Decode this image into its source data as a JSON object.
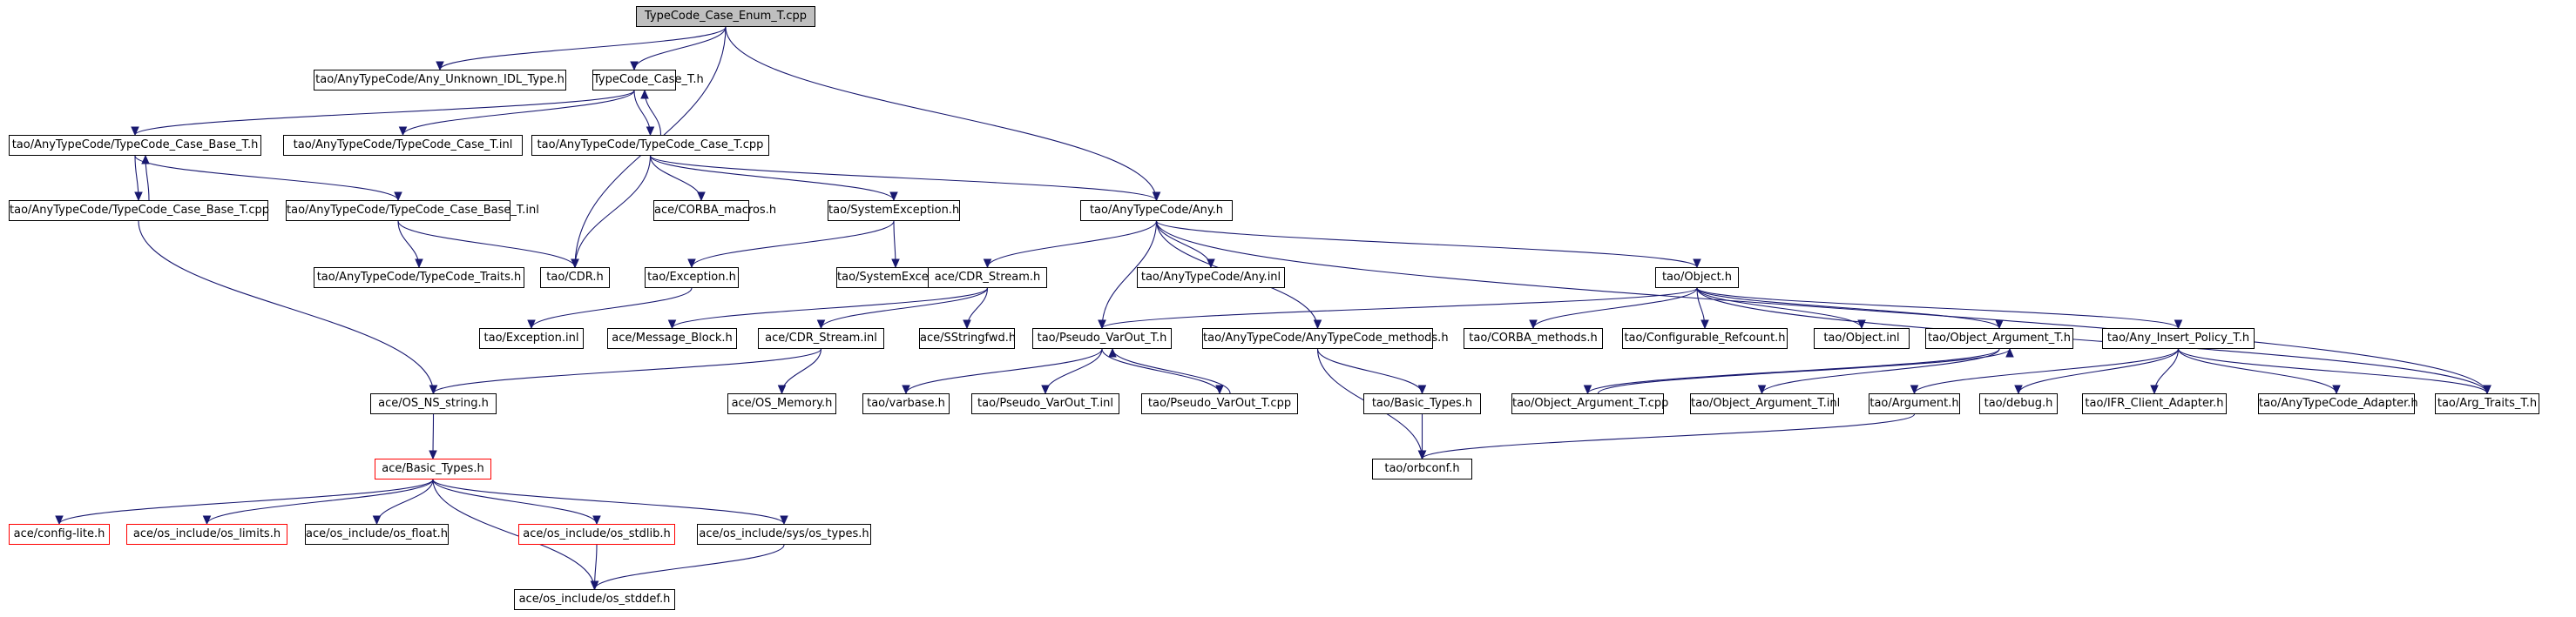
{
  "colors": {
    "edge": "#191970",
    "root_fill": "#bfbfbf",
    "border": "#000000",
    "truncated_border": "#ff0000"
  },
  "nodes": [
    {
      "id": "root",
      "label": "TypeCode_Case_Enum_T.cpp",
      "style": "root"
    },
    {
      "id": "aunk",
      "label": "tao/AnyTypeCode/Any_Unknown_IDL_Type.h"
    },
    {
      "id": "tcct",
      "label": "TypeCode_Case_T.h"
    },
    {
      "id": "cbase",
      "label": "tao/AnyTypeCode/TypeCode_Case_Base_T.h"
    },
    {
      "id": "ctinl",
      "label": "tao/AnyTypeCode/TypeCode_Case_T.inl"
    },
    {
      "id": "ctcpp",
      "label": "tao/AnyTypeCode/TypeCode_Case_T.cpp"
    },
    {
      "id": "cbcpp",
      "label": "tao/AnyTypeCode/TypeCode_Case_Base_T.cpp"
    },
    {
      "id": "cbinl",
      "label": "tao/AnyTypeCode/TypeCode_Case_Base_T.inl"
    },
    {
      "id": "cmac",
      "label": "ace/CORBA_macros.h"
    },
    {
      "id": "sysex",
      "label": "tao/SystemException.h"
    },
    {
      "id": "anyh",
      "label": "tao/AnyTypeCode/Any.h"
    },
    {
      "id": "traits",
      "label": "tao/AnyTypeCode/TypeCode_Traits.h"
    },
    {
      "id": "cdr",
      "label": "tao/CDR.h"
    },
    {
      "id": "exh",
      "label": "tao/Exception.h"
    },
    {
      "id": "sysinl",
      "label": "tao/SystemException.inl"
    },
    {
      "id": "cdrs",
      "label": "ace/CDR_Stream.h"
    },
    {
      "id": "anyinl",
      "label": "tao/AnyTypeCode/Any.inl"
    },
    {
      "id": "objh",
      "label": "tao/Object.h"
    },
    {
      "id": "exinl",
      "label": "tao/Exception.inl"
    },
    {
      "id": "msgb",
      "label": "ace/Message_Block.h"
    },
    {
      "id": "cdrinl",
      "label": "ace/CDR_Stream.inl"
    },
    {
      "id": "sfwd",
      "label": "ace/SStringfwd.h"
    },
    {
      "id": "pvh",
      "label": "tao/Pseudo_VarOut_T.h"
    },
    {
      "id": "atcm",
      "label": "tao/AnyTypeCode/AnyTypeCode_methods.h"
    },
    {
      "id": "cormac",
      "label": "tao/CORBA_methods.h"
    },
    {
      "id": "cfgrc",
      "label": "tao/Configurable_Refcount.h"
    },
    {
      "id": "objinl",
      "label": "tao/Object.inl"
    },
    {
      "id": "oargh",
      "label": "tao/Object_Argument_T.h"
    },
    {
      "id": "aiph",
      "label": "tao/Any_Insert_Policy_T.h"
    },
    {
      "id": "osns",
      "label": "ace/OS_NS_string.h"
    },
    {
      "id": "osmem",
      "label": "ace/OS_Memory.h"
    },
    {
      "id": "varb",
      "label": "tao/varbase.h"
    },
    {
      "id": "pvinl",
      "label": "tao/Pseudo_VarOut_T.inl"
    },
    {
      "id": "pvcpp",
      "label": "tao/Pseudo_VarOut_T.cpp"
    },
    {
      "id": "btypt",
      "label": "tao/Basic_Types.h"
    },
    {
      "id": "oacpp",
      "label": "tao/Object_Argument_T.cpp"
    },
    {
      "id": "oainl",
      "label": "tao/Object_Argument_T.inl"
    },
    {
      "id": "argh",
      "label": "tao/Argument.h"
    },
    {
      "id": "dbg",
      "label": "tao/debug.h"
    },
    {
      "id": "ifr",
      "label": "tao/IFR_Client_Adapter.h"
    },
    {
      "id": "atca",
      "label": "tao/AnyTypeCode_Adapter.h"
    },
    {
      "id": "argtr",
      "label": "tao/Arg_Traits_T.h"
    },
    {
      "id": "btyp",
      "label": "ace/Basic_Types.h",
      "style": "trunc"
    },
    {
      "id": "orbc",
      "label": "tao/orbconf.h"
    },
    {
      "id": "cfgl",
      "label": "ace/config-lite.h",
      "style": "trunc"
    },
    {
      "id": "olim",
      "label": "ace/os_include/os_limits.h",
      "style": "trunc"
    },
    {
      "id": "oflt",
      "label": "ace/os_include/os_float.h"
    },
    {
      "id": "ostd",
      "label": "ace/os_include/os_stdlib.h",
      "style": "trunc"
    },
    {
      "id": "ostyp",
      "label": "ace/os_include/sys/os_types.h"
    },
    {
      "id": "osdef",
      "label": "ace/os_include/os_stddef.h"
    }
  ],
  "edges": [
    [
      "root",
      "aunk"
    ],
    [
      "root",
      "tcct"
    ],
    [
      "root",
      "cdr"
    ],
    [
      "root",
      "anyh"
    ],
    [
      "tcct",
      "cbase"
    ],
    [
      "tcct",
      "ctinl"
    ],
    [
      "tcct",
      "ctcpp"
    ],
    [
      "ctcpp",
      "tcct"
    ],
    [
      "cbase",
      "cbcpp"
    ],
    [
      "cbcpp",
      "cbase"
    ],
    [
      "cbase",
      "cbinl"
    ],
    [
      "ctcpp",
      "cdr"
    ],
    [
      "ctcpp",
      "cmac"
    ],
    [
      "ctcpp",
      "sysex"
    ],
    [
      "ctcpp",
      "anyh"
    ],
    [
      "cbinl",
      "traits"
    ],
    [
      "cbinl",
      "cdr"
    ],
    [
      "cbcpp",
      "osns"
    ],
    [
      "sysex",
      "exh"
    ],
    [
      "sysex",
      "sysinl"
    ],
    [
      "exh",
      "exinl"
    ],
    [
      "anyh",
      "cdrs"
    ],
    [
      "anyh",
      "anyinl"
    ],
    [
      "anyh",
      "pvh"
    ],
    [
      "anyh",
      "atcm"
    ],
    [
      "anyh",
      "objh"
    ],
    [
      "anyh",
      "argtr"
    ],
    [
      "cdrs",
      "msgb"
    ],
    [
      "cdrs",
      "cdrinl"
    ],
    [
      "cdrs",
      "sfwd"
    ],
    [
      "cdrinl",
      "osns"
    ],
    [
      "cdrinl",
      "osmem"
    ],
    [
      "objh",
      "pvh"
    ],
    [
      "objh",
      "cormac"
    ],
    [
      "objh",
      "cfgrc"
    ],
    [
      "objh",
      "objinl"
    ],
    [
      "objh",
      "oargh"
    ],
    [
      "objh",
      "aiph"
    ],
    [
      "objh",
      "argtr"
    ],
    [
      "pvh",
      "varb"
    ],
    [
      "pvh",
      "pvinl"
    ],
    [
      "pvh",
      "pvcpp"
    ],
    [
      "pvcpp",
      "pvh"
    ],
    [
      "atcm",
      "orbc"
    ],
    [
      "atcm",
      "btypt"
    ],
    [
      "btypt",
      "orbc"
    ],
    [
      "oargh",
      "oacpp"
    ],
    [
      "oacpp",
      "oargh"
    ],
    [
      "oargh",
      "oainl"
    ],
    [
      "aiph",
      "argh"
    ],
    [
      "aiph",
      "dbg"
    ],
    [
      "aiph",
      "ifr"
    ],
    [
      "aiph",
      "atca"
    ],
    [
      "aiph",
      "argtr"
    ],
    [
      "argh",
      "orbc"
    ],
    [
      "osns",
      "btyp"
    ],
    [
      "btyp",
      "cfgl"
    ],
    [
      "btyp",
      "olim"
    ],
    [
      "btyp",
      "oflt"
    ],
    [
      "btyp",
      "ostd"
    ],
    [
      "btyp",
      "ostyp"
    ],
    [
      "btyp",
      "osdef"
    ],
    [
      "ostd",
      "osdef"
    ],
    [
      "ostyp",
      "osdef"
    ]
  ]
}
